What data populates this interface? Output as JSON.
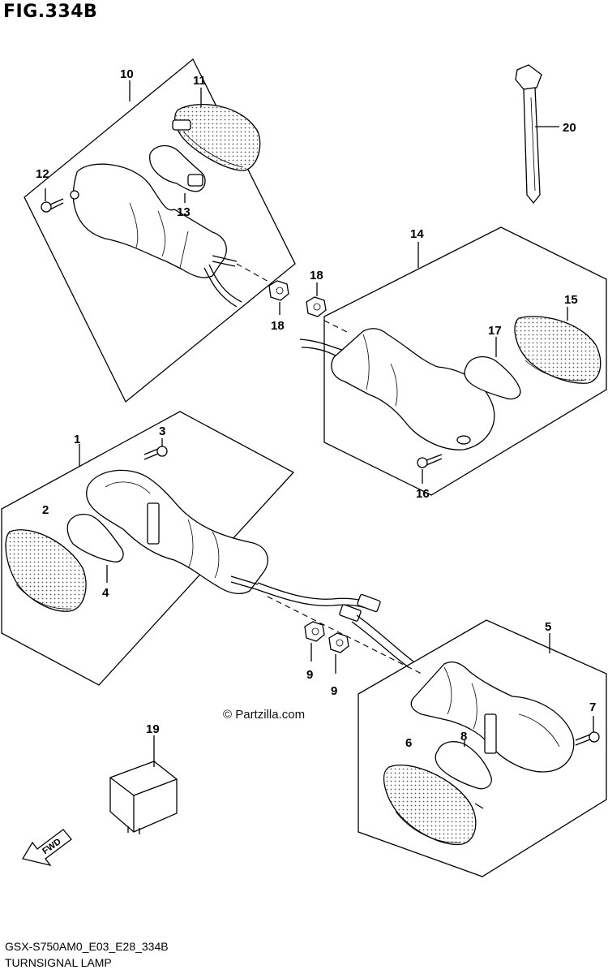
{
  "figure": {
    "title": "FIG.334B",
    "code": "GSX-S750AM0_E03_E28_334B",
    "name": "TURNSIGNAL LAMP",
    "watermark": "© Partzilla.com",
    "fwd_label": "FWD"
  },
  "callouts": [
    {
      "id": "c1",
      "label": "1"
    },
    {
      "id": "c2",
      "label": "2"
    },
    {
      "id": "c3",
      "label": "3"
    },
    {
      "id": "c4",
      "label": "4"
    },
    {
      "id": "c5",
      "label": "5"
    },
    {
      "id": "c6",
      "label": "6"
    },
    {
      "id": "c7",
      "label": "7"
    },
    {
      "id": "c8",
      "label": "8"
    },
    {
      "id": "c9a",
      "label": "9"
    },
    {
      "id": "c9b",
      "label": "9"
    },
    {
      "id": "c10",
      "label": "10"
    },
    {
      "id": "c11",
      "label": "11"
    },
    {
      "id": "c12",
      "label": "12"
    },
    {
      "id": "c13",
      "label": "13"
    },
    {
      "id": "c14",
      "label": "14"
    },
    {
      "id": "c15",
      "label": "15"
    },
    {
      "id": "c16",
      "label": "16"
    },
    {
      "id": "c17",
      "label": "17"
    },
    {
      "id": "c18a",
      "label": "18"
    },
    {
      "id": "c18b",
      "label": "18"
    },
    {
      "id": "c19",
      "label": "19"
    },
    {
      "id": "c20",
      "label": "20"
    }
  ]
}
